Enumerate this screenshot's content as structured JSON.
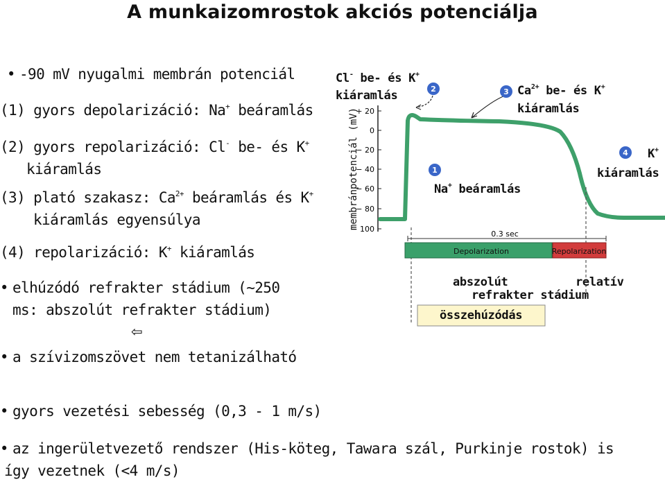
{
  "title": "A munkaizomrostok akciós potenciálja",
  "points": {
    "resting": "-90 mV nyugalmi membrán potenciál",
    "p1": {
      "a": "(1) gyors depolarizáció: Na",
      "b": "+",
      "c": " beáramlás"
    },
    "p2": {
      "a": "(2) gyors repolarizáció: Cl",
      "b": "-",
      "c": " be- és K",
      "d": "+",
      "e": "kiáramlás"
    },
    "p3": {
      "a": "(3) plató szakasz: Ca",
      "b": "2+",
      "c": " beáramlás és K",
      "d": "+",
      "e": "kiáramlás egyensúlya"
    },
    "p4": {
      "a": "(4) repolarizáció: K",
      "b": "+",
      "c": " kiáramlás"
    },
    "refractory": {
      "line1": "elhúzódó refrakter stádium (~250",
      "line2": "ms: abszolút refrakter stádium)"
    },
    "arrow": "⇦",
    "tetanize": "a szívizomszövet nem tetanizálható",
    "speed": "gyors vezetési sebesség (0,3 - 1 m/s)",
    "system": {
      "line1": "az ingerületvezető rendszer (His-köteg, Tawara szál, Purkinje rostok) is",
      "line2": "így vezetnek (<4 m/s)"
    }
  },
  "diagram": {
    "label_cl": {
      "a": "Cl",
      "b": "-",
      "c": " be- és K",
      "d": "+",
      "e": "kiáramlás"
    },
    "label_ca": {
      "a": "Ca",
      "b": "2+",
      "c": " be- és K",
      "d": "+",
      "e": "kiáramlás"
    },
    "label_na": {
      "a": "Na",
      "b": "+",
      "c": " beáramlás"
    },
    "label_k": {
      "a": "K",
      "b": "+",
      "c": "kiáramlás"
    },
    "badges": [
      "1",
      "2",
      "3",
      "4"
    ],
    "badge_color": "#3a66c8",
    "curve_color": "#3ea06a",
    "axis_label": "membránpotenciál (mV)",
    "yticks": [
      "+ 20",
      "0",
      "− 20",
      "− 40",
      "− 60",
      "− 80",
      "− 100"
    ],
    "time_label": "0.3 sec",
    "depolarization": "Depolarization",
    "repolarization": "Repolarization",
    "depol_color": "#3aa06a",
    "repol_color": "#d23c3c",
    "absolute": "abszolút",
    "relative": "relatív",
    "refrakter": "refrakter stádium",
    "contraction": "összehúzódás",
    "contraction_bg": "#fdf6cc"
  }
}
